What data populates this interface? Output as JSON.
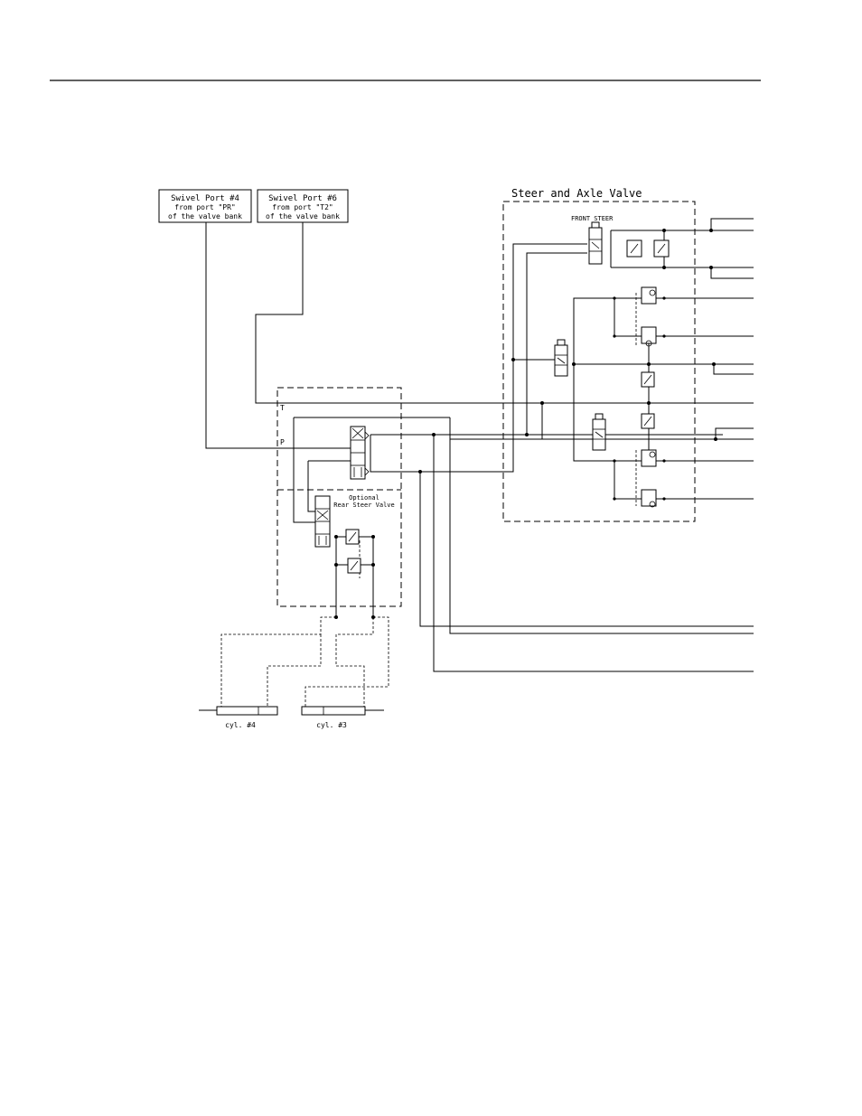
{
  "labels": {
    "swivel_port_4": [
      "Swivel Port #4",
      "from port \"PR\"",
      "of the valve bank"
    ],
    "swivel_port_6": [
      "Swivel Port #6",
      "from port \"T2\"",
      "of the valve bank"
    ],
    "steer_axle_valve": "Steer and Axle Valve",
    "front_steer": "FRONT STEER",
    "rear_steer_valve": [
      "Optional",
      "Rear Steer Valve"
    ],
    "port_t": "T",
    "port_p": "P",
    "cyl_4": "cyl. #4",
    "cyl_3": "cyl. #3"
  }
}
